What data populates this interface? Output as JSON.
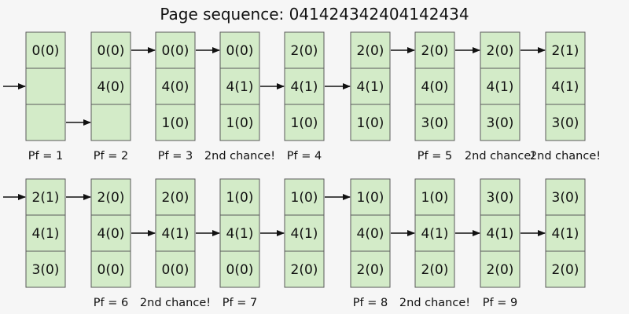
{
  "title": "Page sequence: 041424342404142434",
  "colors": {
    "cell_fill": "#d3ebc8",
    "cell_stroke": "#5a5a5a",
    "background": "#f6f6f6",
    "arrow": "#111111"
  },
  "rows": [
    {
      "steps": [
        {
          "frames": [
            "0(0)",
            "",
            ""
          ],
          "pointer_slot": 1,
          "label": "Pf = 1"
        },
        {
          "frames": [
            "0(0)",
            "4(0)",
            ""
          ],
          "pointer_slot": 2,
          "label": "Pf = 2"
        },
        {
          "frames": [
            "0(0)",
            "4(0)",
            "1(0)"
          ],
          "pointer_slot": 0,
          "label": "Pf = 3"
        },
        {
          "frames": [
            "0(0)",
            "4(1)",
            "1(0)"
          ],
          "pointer_slot": 0,
          "label": "2nd chance!"
        },
        {
          "frames": [
            "2(0)",
            "4(1)",
            "1(0)"
          ],
          "pointer_slot": 1,
          "label": "Pf = 4"
        },
        {
          "frames": [
            "2(0)",
            "4(1)",
            "1(0)"
          ],
          "pointer_slot": 1,
          "label": ""
        },
        {
          "frames": [
            "2(0)",
            "4(0)",
            "3(0)"
          ],
          "pointer_slot": 0,
          "label": "Pf = 5"
        },
        {
          "frames": [
            "2(0)",
            "4(1)",
            "3(0)"
          ],
          "pointer_slot": 0,
          "label": "2nd chance!"
        },
        {
          "frames": [
            "2(1)",
            "4(1)",
            "3(0)"
          ],
          "pointer_slot": 0,
          "label": "2nd chance!"
        }
      ]
    },
    {
      "steps": [
        {
          "frames": [
            "2(1)",
            "4(1)",
            "3(0)"
          ],
          "pointer_slot": 0,
          "label": ""
        },
        {
          "frames": [
            "2(0)",
            "4(0)",
            "0(0)"
          ],
          "pointer_slot": 0,
          "label": "Pf = 6"
        },
        {
          "frames": [
            "2(0)",
            "4(1)",
            "0(0)"
          ],
          "pointer_slot": 1,
          "label": "2nd chance!"
        },
        {
          "frames": [
            "1(0)",
            "4(1)",
            "0(0)"
          ],
          "pointer_slot": 1,
          "label": "Pf = 7"
        },
        {
          "frames": [
            "1(0)",
            "4(1)",
            "2(0)"
          ],
          "pointer_slot": 1,
          "label": ""
        },
        {
          "frames": [
            "1(0)",
            "4(0)",
            "2(0)"
          ],
          "pointer_slot": 0,
          "label": "Pf = 8"
        },
        {
          "frames": [
            "1(0)",
            "4(1)",
            "2(0)"
          ],
          "pointer_slot": 1,
          "label": "2nd chance!"
        },
        {
          "frames": [
            "3(0)",
            "4(1)",
            "2(0)"
          ],
          "pointer_slot": 1,
          "label": "Pf = 9"
        },
        {
          "frames": [
            "3(0)",
            "4(1)",
            "2(0)"
          ],
          "pointer_slot": 1,
          "label": ""
        }
      ]
    }
  ]
}
